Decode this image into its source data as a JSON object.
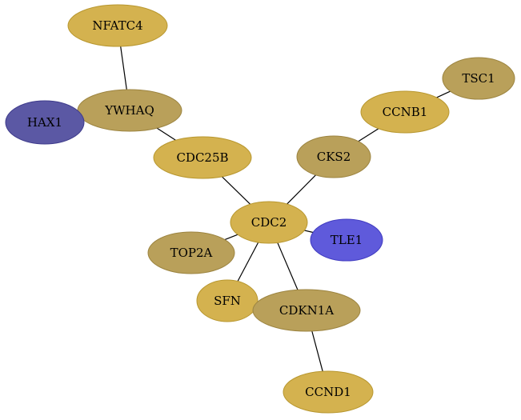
{
  "graph": {
    "colors": {
      "gold": "#d4b24f",
      "gold_stroke": "#b8972f",
      "khaki": "#b9a05a",
      "khaki_stroke": "#9c8440",
      "navy": "#5b58a4",
      "navy_stroke": "#3f3c8c",
      "blue": "#5f5adb",
      "blue_stroke": "#403bc0"
    },
    "nodes": [
      {
        "id": "NFATC4",
        "label": "NFATC4",
        "color": "gold"
      },
      {
        "id": "YWHAQ",
        "label": "YWHAQ",
        "color": "khaki"
      },
      {
        "id": "HAX1",
        "label": "HAX1",
        "color": "navy"
      },
      {
        "id": "CDC25B",
        "label": "CDC25B",
        "color": "gold"
      },
      {
        "id": "TSC1",
        "label": "TSC1",
        "color": "khaki"
      },
      {
        "id": "CCNB1",
        "label": "CCNB1",
        "color": "gold"
      },
      {
        "id": "CKS2",
        "label": "CKS2",
        "color": "khaki"
      },
      {
        "id": "CDC2",
        "label": "CDC2",
        "color": "gold"
      },
      {
        "id": "TLE1",
        "label": "TLE1",
        "color": "blue"
      },
      {
        "id": "TOP2A",
        "label": "TOP2A",
        "color": "khaki"
      },
      {
        "id": "SFN",
        "label": "SFN",
        "color": "gold"
      },
      {
        "id": "CDKN1A",
        "label": "CDKN1A",
        "color": "khaki"
      },
      {
        "id": "CCND1",
        "label": "CCND1",
        "color": "gold"
      }
    ],
    "edges": [
      [
        "NFATC4",
        "YWHAQ"
      ],
      [
        "YWHAQ",
        "HAX1"
      ],
      [
        "YWHAQ",
        "CDC25B"
      ],
      [
        "CDC25B",
        "CDC2"
      ],
      [
        "TSC1",
        "CCNB1"
      ],
      [
        "CCNB1",
        "CKS2"
      ],
      [
        "CKS2",
        "CDC2"
      ],
      [
        "CDC2",
        "TLE1"
      ],
      [
        "CDC2",
        "TOP2A"
      ],
      [
        "CDC2",
        "SFN"
      ],
      [
        "CDC2",
        "CDKN1A"
      ],
      [
        "CDKN1A",
        "CCND1"
      ]
    ]
  }
}
